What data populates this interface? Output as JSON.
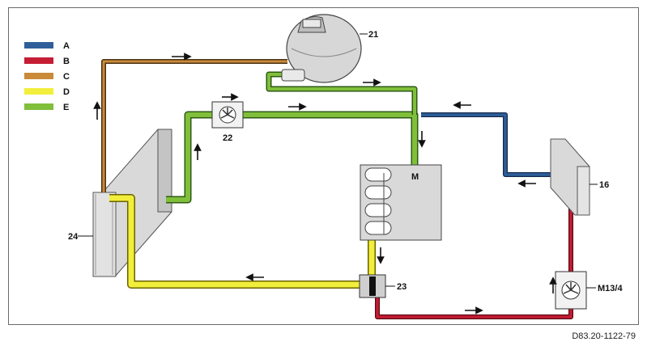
{
  "legend": [
    {
      "key": "A",
      "color": "#2f5f9a"
    },
    {
      "key": "B",
      "color": "#c51d34"
    },
    {
      "key": "C",
      "color": "#c98a3a"
    },
    {
      "key": "D",
      "color": "#f2ee3c"
    },
    {
      "key": "E",
      "color": "#7fbf3a"
    }
  ],
  "components": {
    "expansion_tank": "21",
    "aux_pump_top": "22",
    "radiator": "24",
    "engine": "M",
    "thermostat": "23",
    "heater_core": "16",
    "aux_pump_bottom": "M13/4"
  },
  "figure_code": "D83.20-1122-79"
}
